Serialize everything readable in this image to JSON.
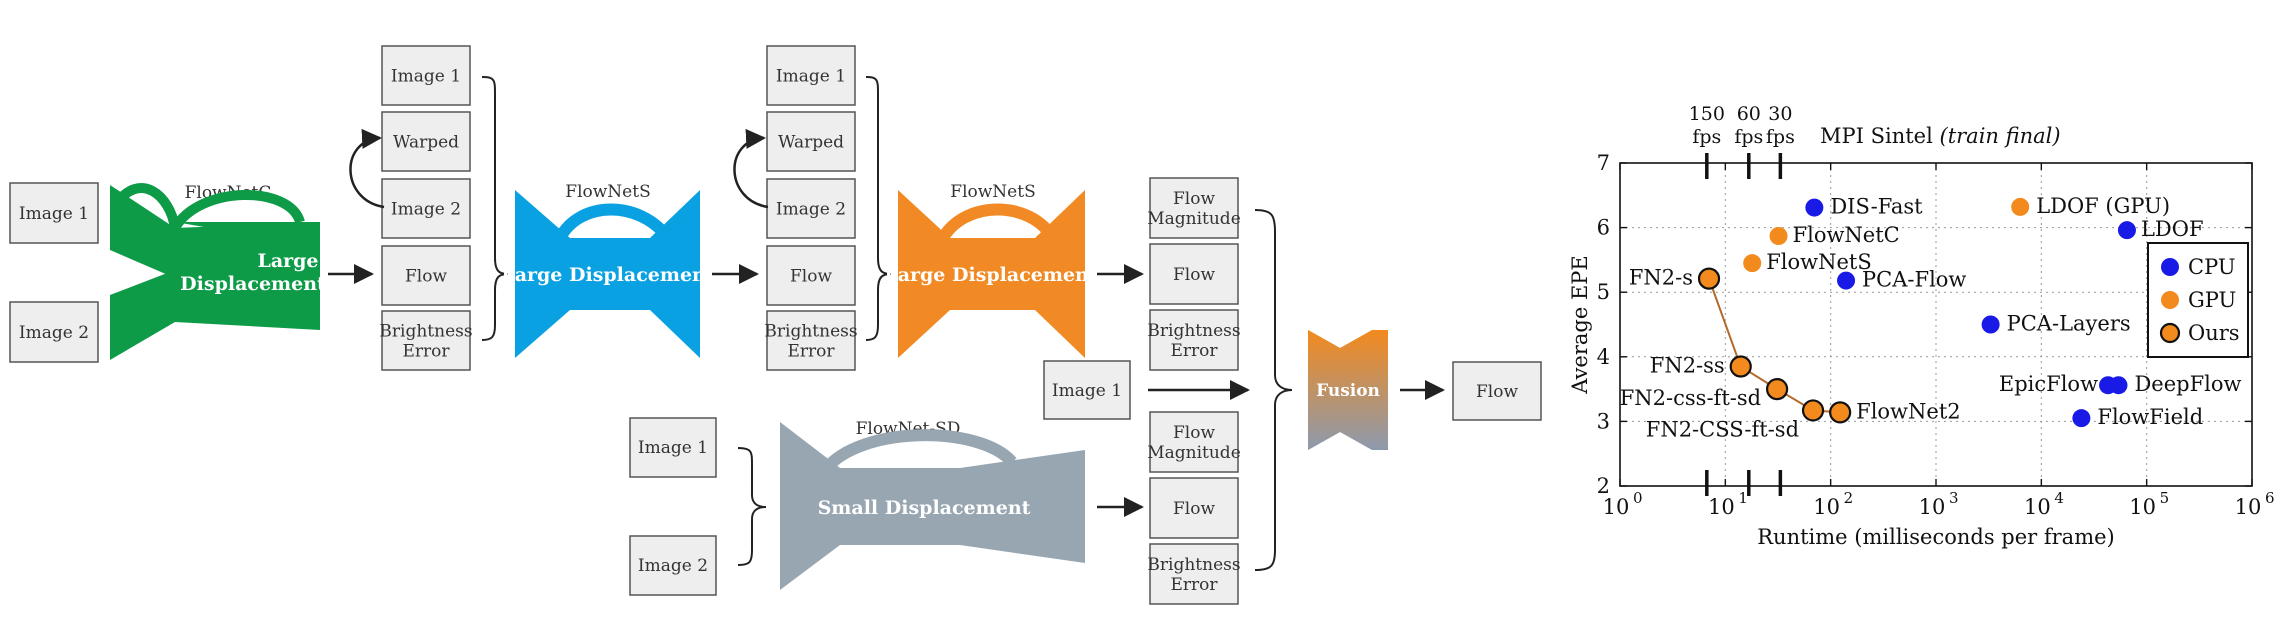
{
  "colors": {
    "green": "#0e9b48",
    "blue": "#0aa1e2",
    "orange": "#f18a24",
    "gray": "#97a6b1",
    "box_fill": "#eeeeee",
    "box_stroke": "#555555",
    "cpu": "#1a1ae6",
    "gpu": "#f28a1e",
    "ours_fill": "#f28a1e",
    "ours_stroke": "#111111",
    "ours_line": "#b26b2a",
    "fusion_top": "#f28a1e",
    "fusion_bottom": "#8d9aae"
  },
  "diagram": {
    "inputs": {
      "image1": "Image 1",
      "image2": "Image 2"
    },
    "flownetc": {
      "title": "FlowNetC",
      "label_line1": "Large",
      "label_line2": "Displacement"
    },
    "stack1": [
      "Image 1",
      "Warped",
      "Image 2",
      "Flow",
      "Brightness|Error"
    ],
    "flownets1": {
      "title": "FlowNetS",
      "label": "Large Displacement"
    },
    "stack2": [
      "Image 1",
      "Warped",
      "Image 2",
      "Flow",
      "Brightness|Error"
    ],
    "flownets2": {
      "title": "FlowNetS",
      "label": "Large Displacement"
    },
    "stack3": [
      "Flow|Magnitude",
      "Flow",
      "Brightness|Error"
    ],
    "mid_input": "Image 1",
    "sd_inputs": {
      "image1": "Image 1",
      "image2": "Image 2"
    },
    "flownetsd": {
      "title": "FlowNet-SD",
      "label": "Small Displacement"
    },
    "stack4": [
      "Flow|Magnitude",
      "Flow",
      "Brightness|Error"
    ],
    "fusion": "Fusion",
    "output": "Flow"
  },
  "chart_data": {
    "type": "scatter",
    "title": "MPI Sintel",
    "title_italic": "(train final)",
    "xlabel": "Runtime (milliseconds per frame)",
    "ylabel": "Average EPE",
    "xscale": "log",
    "xlim": [
      1,
      1000000
    ],
    "ylim": [
      2,
      7
    ],
    "x_tick_labels": [
      "10",
      "10",
      "10",
      "10",
      "10",
      "10",
      "10"
    ],
    "x_tick_exponents": [
      "0",
      "1",
      "2",
      "3",
      "4",
      "5",
      "6"
    ],
    "y_ticks": [
      2,
      3,
      4,
      5,
      6,
      7
    ],
    "grid": true,
    "fps_markers": [
      {
        "line1": "150",
        "line2": "fps",
        "x": 6.67
      },
      {
        "line1": "60",
        "line2": "fps",
        "x": 16.7
      },
      {
        "line1": "30",
        "line2": "fps",
        "x": 33.3
      }
    ],
    "legend": {
      "position": "right",
      "entries": [
        "CPU",
        "GPU",
        "Ours"
      ]
    },
    "series": [
      {
        "name": "CPU",
        "points": [
          {
            "label": "DIS-Fast",
            "x": 70,
            "y": 6.31
          },
          {
            "label": "LDOF",
            "x": 65000,
            "y": 5.96
          },
          {
            "label": "PCA-Flow",
            "x": 140,
            "y": 5.18
          },
          {
            "label": "PCA-Layers",
            "x": 3300,
            "y": 4.5
          },
          {
            "label": "EpicFlow",
            "x": 43000,
            "y": 3.56
          },
          {
            "label": "DeepFlow",
            "x": 54000,
            "y": 3.56
          },
          {
            "label": "FlowField",
            "x": 24000,
            "y": 3.05
          }
        ]
      },
      {
        "name": "GPU",
        "points": [
          {
            "label": "LDOF (GPU)",
            "x": 6300,
            "y": 6.32
          },
          {
            "label": "FlowNetC",
            "x": 32,
            "y": 5.87
          },
          {
            "label": "FlowNetS",
            "x": 18,
            "y": 5.45
          }
        ]
      },
      {
        "name": "Ours",
        "points": [
          {
            "label": "FN2-s",
            "x": 7,
            "y": 5.21
          },
          {
            "label": "FN2-ss",
            "x": 14,
            "y": 3.85
          },
          {
            "label": "FN2-css-ft-sd",
            "x": 31,
            "y": 3.5
          },
          {
            "label": "FN2-CSS-ft-sd",
            "x": 68,
            "y": 3.17
          },
          {
            "label": "FlowNet2",
            "x": 123,
            "y": 3.14
          }
        ]
      }
    ]
  }
}
